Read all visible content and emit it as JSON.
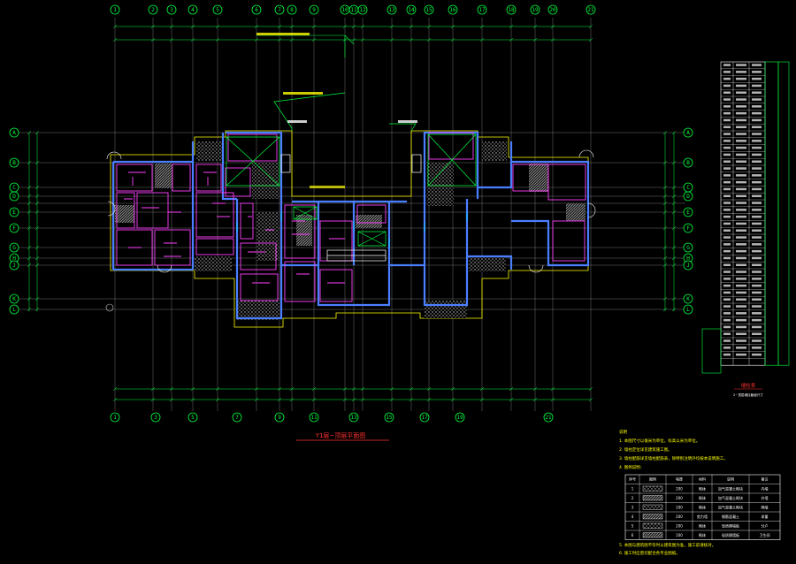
{
  "drawing": {
    "title": "Y1层~顶层平面图",
    "table_title": "墙柱表",
    "table_subtitle": "2~顶层墙柱截面尺寸",
    "notes_header": "说明",
    "notes": [
      "1. 本图尺寸以毫米为单位，标高以米为单位。",
      "2. 墙柱定位详见建筑施工图。",
      "3. 墙柱配筋详见墙柱配筋表，除特别注明外均按本说明施工。",
      "4. 图例说明："
    ],
    "footnotes": [
      "5. 本图与建筑图不符时以建筑图为准，施工前请核对。",
      "6. 施工时应密切配合各专业图纸。"
    ]
  },
  "axes": {
    "top": [
      "1",
      "2",
      "3",
      "4",
      "5",
      "6",
      "7",
      "8",
      "9",
      "10",
      "11",
      "12",
      "13",
      "14",
      "15",
      "16",
      "17",
      "18",
      "19",
      "20",
      "21"
    ],
    "bottom": [
      "1",
      "3",
      "5",
      "7",
      "9",
      "11",
      "13",
      "15",
      "17",
      "19",
      "21"
    ],
    "left": [
      "A",
      "B",
      "C",
      "D",
      "E",
      "F",
      "G",
      "H",
      "J",
      "K",
      "L"
    ],
    "right": [
      "A",
      "B",
      "C",
      "D",
      "E",
      "F",
      "G",
      "H",
      "J",
      "K",
      "L"
    ]
  },
  "legend_table": {
    "headers": [
      "序号",
      "图例",
      "墙厚",
      "材料",
      "说明",
      "备注"
    ],
    "rows": [
      [
        "1",
        "",
        "200",
        "砌体",
        "加气混凝土砌块",
        "内墙"
      ],
      [
        "2",
        "",
        "200",
        "砌体",
        "加气混凝土砌块",
        "外墙"
      ],
      [
        "3",
        "",
        "100",
        "砌体",
        "加气混凝土砌块",
        "隔墙"
      ],
      [
        "4",
        "",
        "200",
        "剪力墙",
        "钢筋混凝土",
        "承重"
      ],
      [
        "5",
        "",
        "200",
        "砌体",
        "轻质隔墙板",
        "分户"
      ],
      [
        "6",
        "",
        "100",
        "砌体",
        "轻质隔墙板",
        "卫生间"
      ]
    ]
  },
  "colors": {
    "background": "#000000",
    "axis": "#00ff40",
    "wall": "#4a7fff",
    "room": "#ff40ff",
    "hatch": "#c8c8c8",
    "outline": "#ffff00",
    "title": "#ff3030",
    "table": "#ffffff",
    "leader": "#00ff40"
  }
}
